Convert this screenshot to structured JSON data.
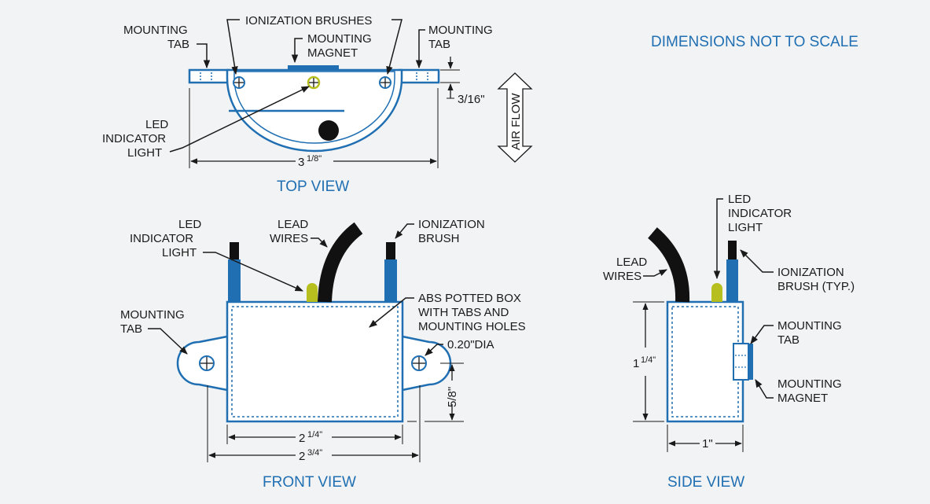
{
  "note": "DIMENSIONS NOT TO SCALE",
  "top_view": {
    "title": "TOP VIEW",
    "ionization_brushes": "IONIZATION BRUSHES",
    "mounting_tab_left": [
      "MOUNTING",
      "TAB"
    ],
    "mounting_tab_right": [
      "MOUNTING",
      "TAB"
    ],
    "mounting_magnet": [
      "MOUNTING",
      "MAGNET"
    ],
    "led": [
      "LED",
      "INDICATOR",
      "LIGHT"
    ],
    "dim_thickness": "3/16\"",
    "dim_width_whole": "3",
    "dim_width_frac": "1/8\"",
    "air_flow": "AIR FLOW"
  },
  "front_view": {
    "title": "FRONT VIEW",
    "led": [
      "LED",
      "INDICATOR",
      "LIGHT"
    ],
    "lead_wires": [
      "LEAD",
      "WIRES"
    ],
    "ionization_brush": [
      "IONIZATION",
      "BRUSH"
    ],
    "abs_box": [
      "ABS POTTED BOX",
      "WITH TABS AND",
      "MOUNTING HOLES"
    ],
    "mounting_tab": [
      "MOUNTING",
      "TAB"
    ],
    "hole_dia": "0.20\"DIA",
    "dim_height": "5/8\"",
    "dim_inner_whole": "2",
    "dim_inner_frac": "1/4\"",
    "dim_outer_whole": "2",
    "dim_outer_frac": "3/4\""
  },
  "side_view": {
    "title": "SIDE VIEW",
    "led": [
      "LED",
      "INDICATOR",
      "LIGHT"
    ],
    "lead_wires": [
      "LEAD",
      "WIRES"
    ],
    "ionization_brush": [
      "IONIZATION",
      "BRUSH (TYP.)"
    ],
    "mounting_tab": [
      "MOUNTING",
      "TAB"
    ],
    "mounting_magnet": [
      "MOUNTING",
      "MAGNET"
    ],
    "dim_height_whole": "1",
    "dim_height_frac": "1/4\"",
    "dim_width": "1\""
  },
  "colors": {
    "accent_blue": "#1f6fb2",
    "led_yellow": "#b7bf1e",
    "wire_black": "#111111",
    "background": "#f2f3f4"
  }
}
